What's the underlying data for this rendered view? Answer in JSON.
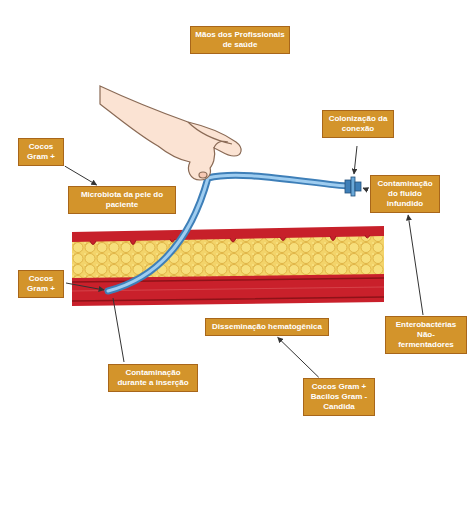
{
  "diagram": {
    "nodes": [
      {
        "text": [
          "Mãos dos Profissionais de saúde"
        ]
      },
      {
        "text": [
          "Cocos Gram +"
        ]
      },
      {
        "text": [
          "Colonização da conexão"
        ]
      },
      {
        "text": [
          "Microbiota da pele do paciente"
        ]
      },
      {
        "text": [
          "Contaminação do fluido infundido"
        ]
      },
      {
        "text": [
          "Cocos Gram +"
        ]
      },
      {
        "text": [
          "Disseminação hematogênica"
        ]
      },
      {
        "text": [
          "Enterobactérias Não-fermentadores"
        ]
      },
      {
        "text": [
          "Contaminação durante a inserção"
        ]
      },
      {
        "text": [
          "Cocos Gram + Bacilos Gram - Candida"
        ]
      }
    ],
    "edges": [
      {
        "from": 1,
        "to": 3,
        "arrow": "to"
      },
      {
        "from": 7,
        "to": 4,
        "arrow": "to"
      },
      {
        "from": 9,
        "to": 6,
        "arrow": "to"
      }
    ]
  }
}
